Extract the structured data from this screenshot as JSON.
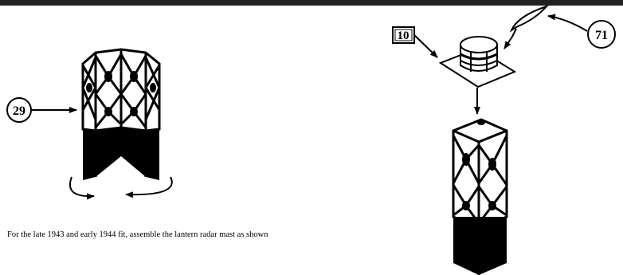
{
  "callouts": {
    "mast_panel_part": "29",
    "platform_part": "10",
    "antenna_part": "71"
  },
  "instruction": "For the late 1943 and early 1944 fit, assemble the lantern radar mast as shown",
  "colors": {
    "ink": "#000000",
    "top_bar": "#222222",
    "background": "#ffffff"
  }
}
